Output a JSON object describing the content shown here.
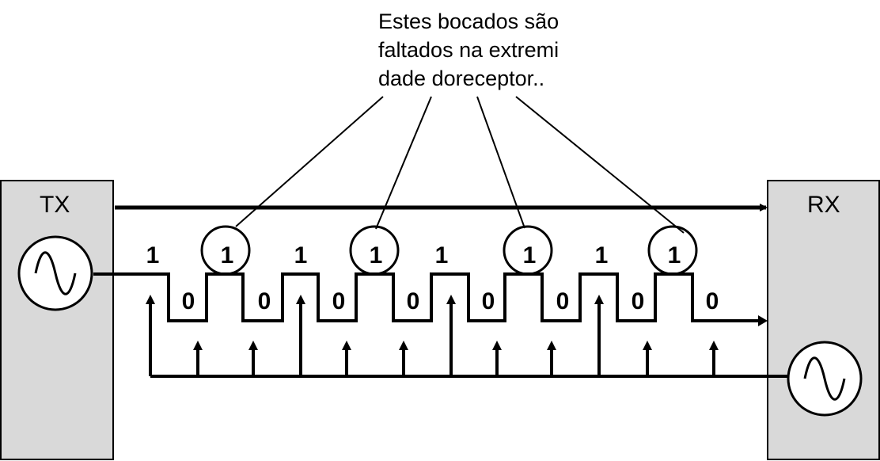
{
  "tx": {
    "label": "TX"
  },
  "rx": {
    "label": "RX"
  },
  "annotation": {
    "lines": [
      "Estes bocados são",
      "faltados na extremi",
      "dade doreceptor.."
    ]
  },
  "bits": [
    "1",
    "0",
    "1",
    "0",
    "1",
    "0",
    "1",
    "0",
    "1",
    "0",
    "1",
    "0",
    "1",
    "0",
    "1",
    "0"
  ],
  "missed_bit_indices": [
    1,
    3,
    5,
    7
  ],
  "colors": {
    "box_fill": "#d9d9d9",
    "stroke": "#000000",
    "background": "#ffffff"
  },
  "icons": {
    "tx_clock": "sine-wave-icon",
    "rx_clock": "sine-wave-icon"
  }
}
